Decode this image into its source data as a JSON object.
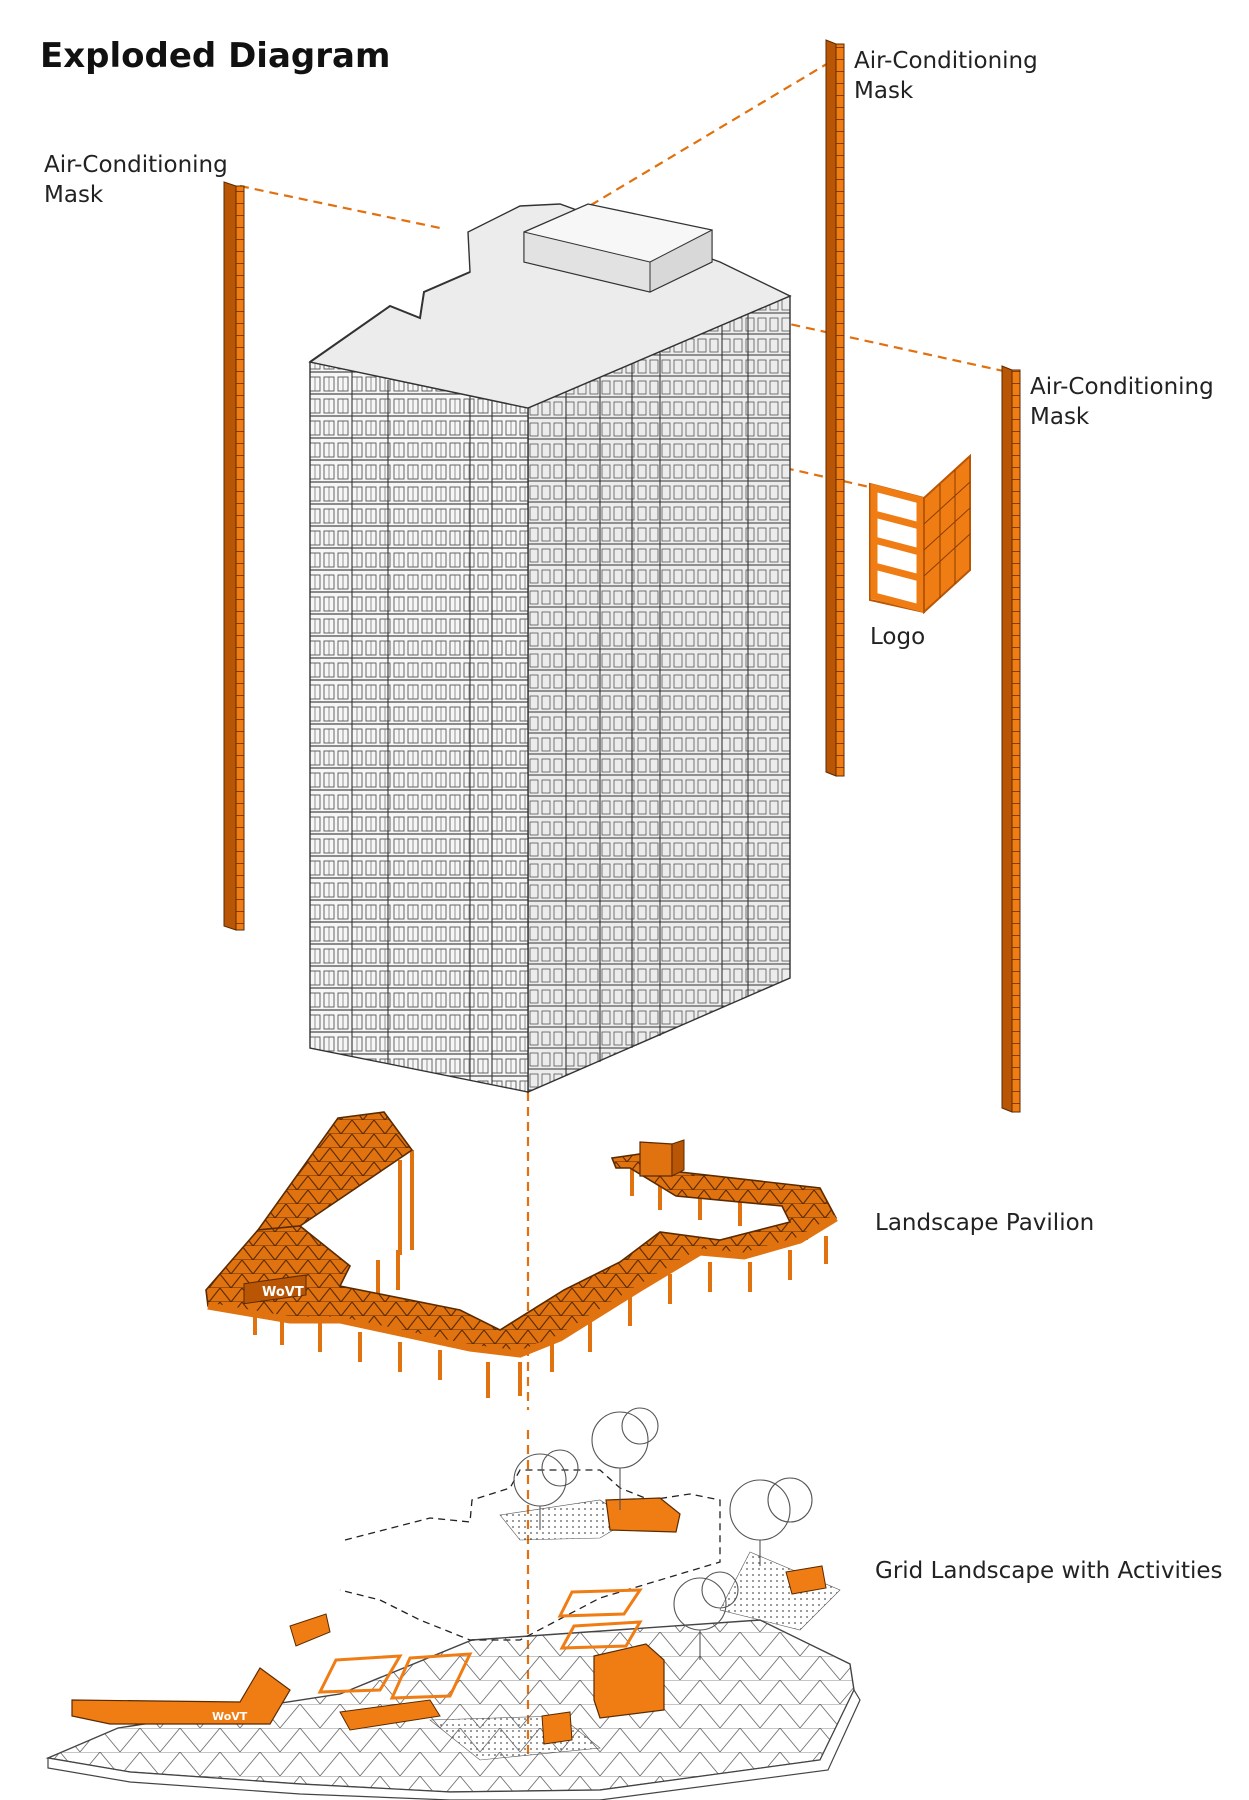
{
  "title": "Exploded Diagram",
  "labels": {
    "ac_mask_left": [
      "Air-Conditioning",
      "Mask"
    ],
    "ac_mask_top": [
      "Air-Conditioning",
      "Mask"
    ],
    "ac_mask_right": [
      "Air-Conditioning",
      "Mask"
    ],
    "logo": "Logo",
    "landscape_pavilion": "Landscape Pavilion",
    "grid_landscape": "Grid Landscape with Activities"
  },
  "brand": {
    "pavilion_sign": "WoVT",
    "ground_sign": "WoVT"
  },
  "colors": {
    "accent": "#f07d14",
    "accent_dark": "#b95605",
    "line": "#444444",
    "building_fill": "#f4f4f4",
    "roof_fill": "#e9e9e9"
  },
  "icons": [
    "logo-panel-icon",
    "tree-icon"
  ]
}
